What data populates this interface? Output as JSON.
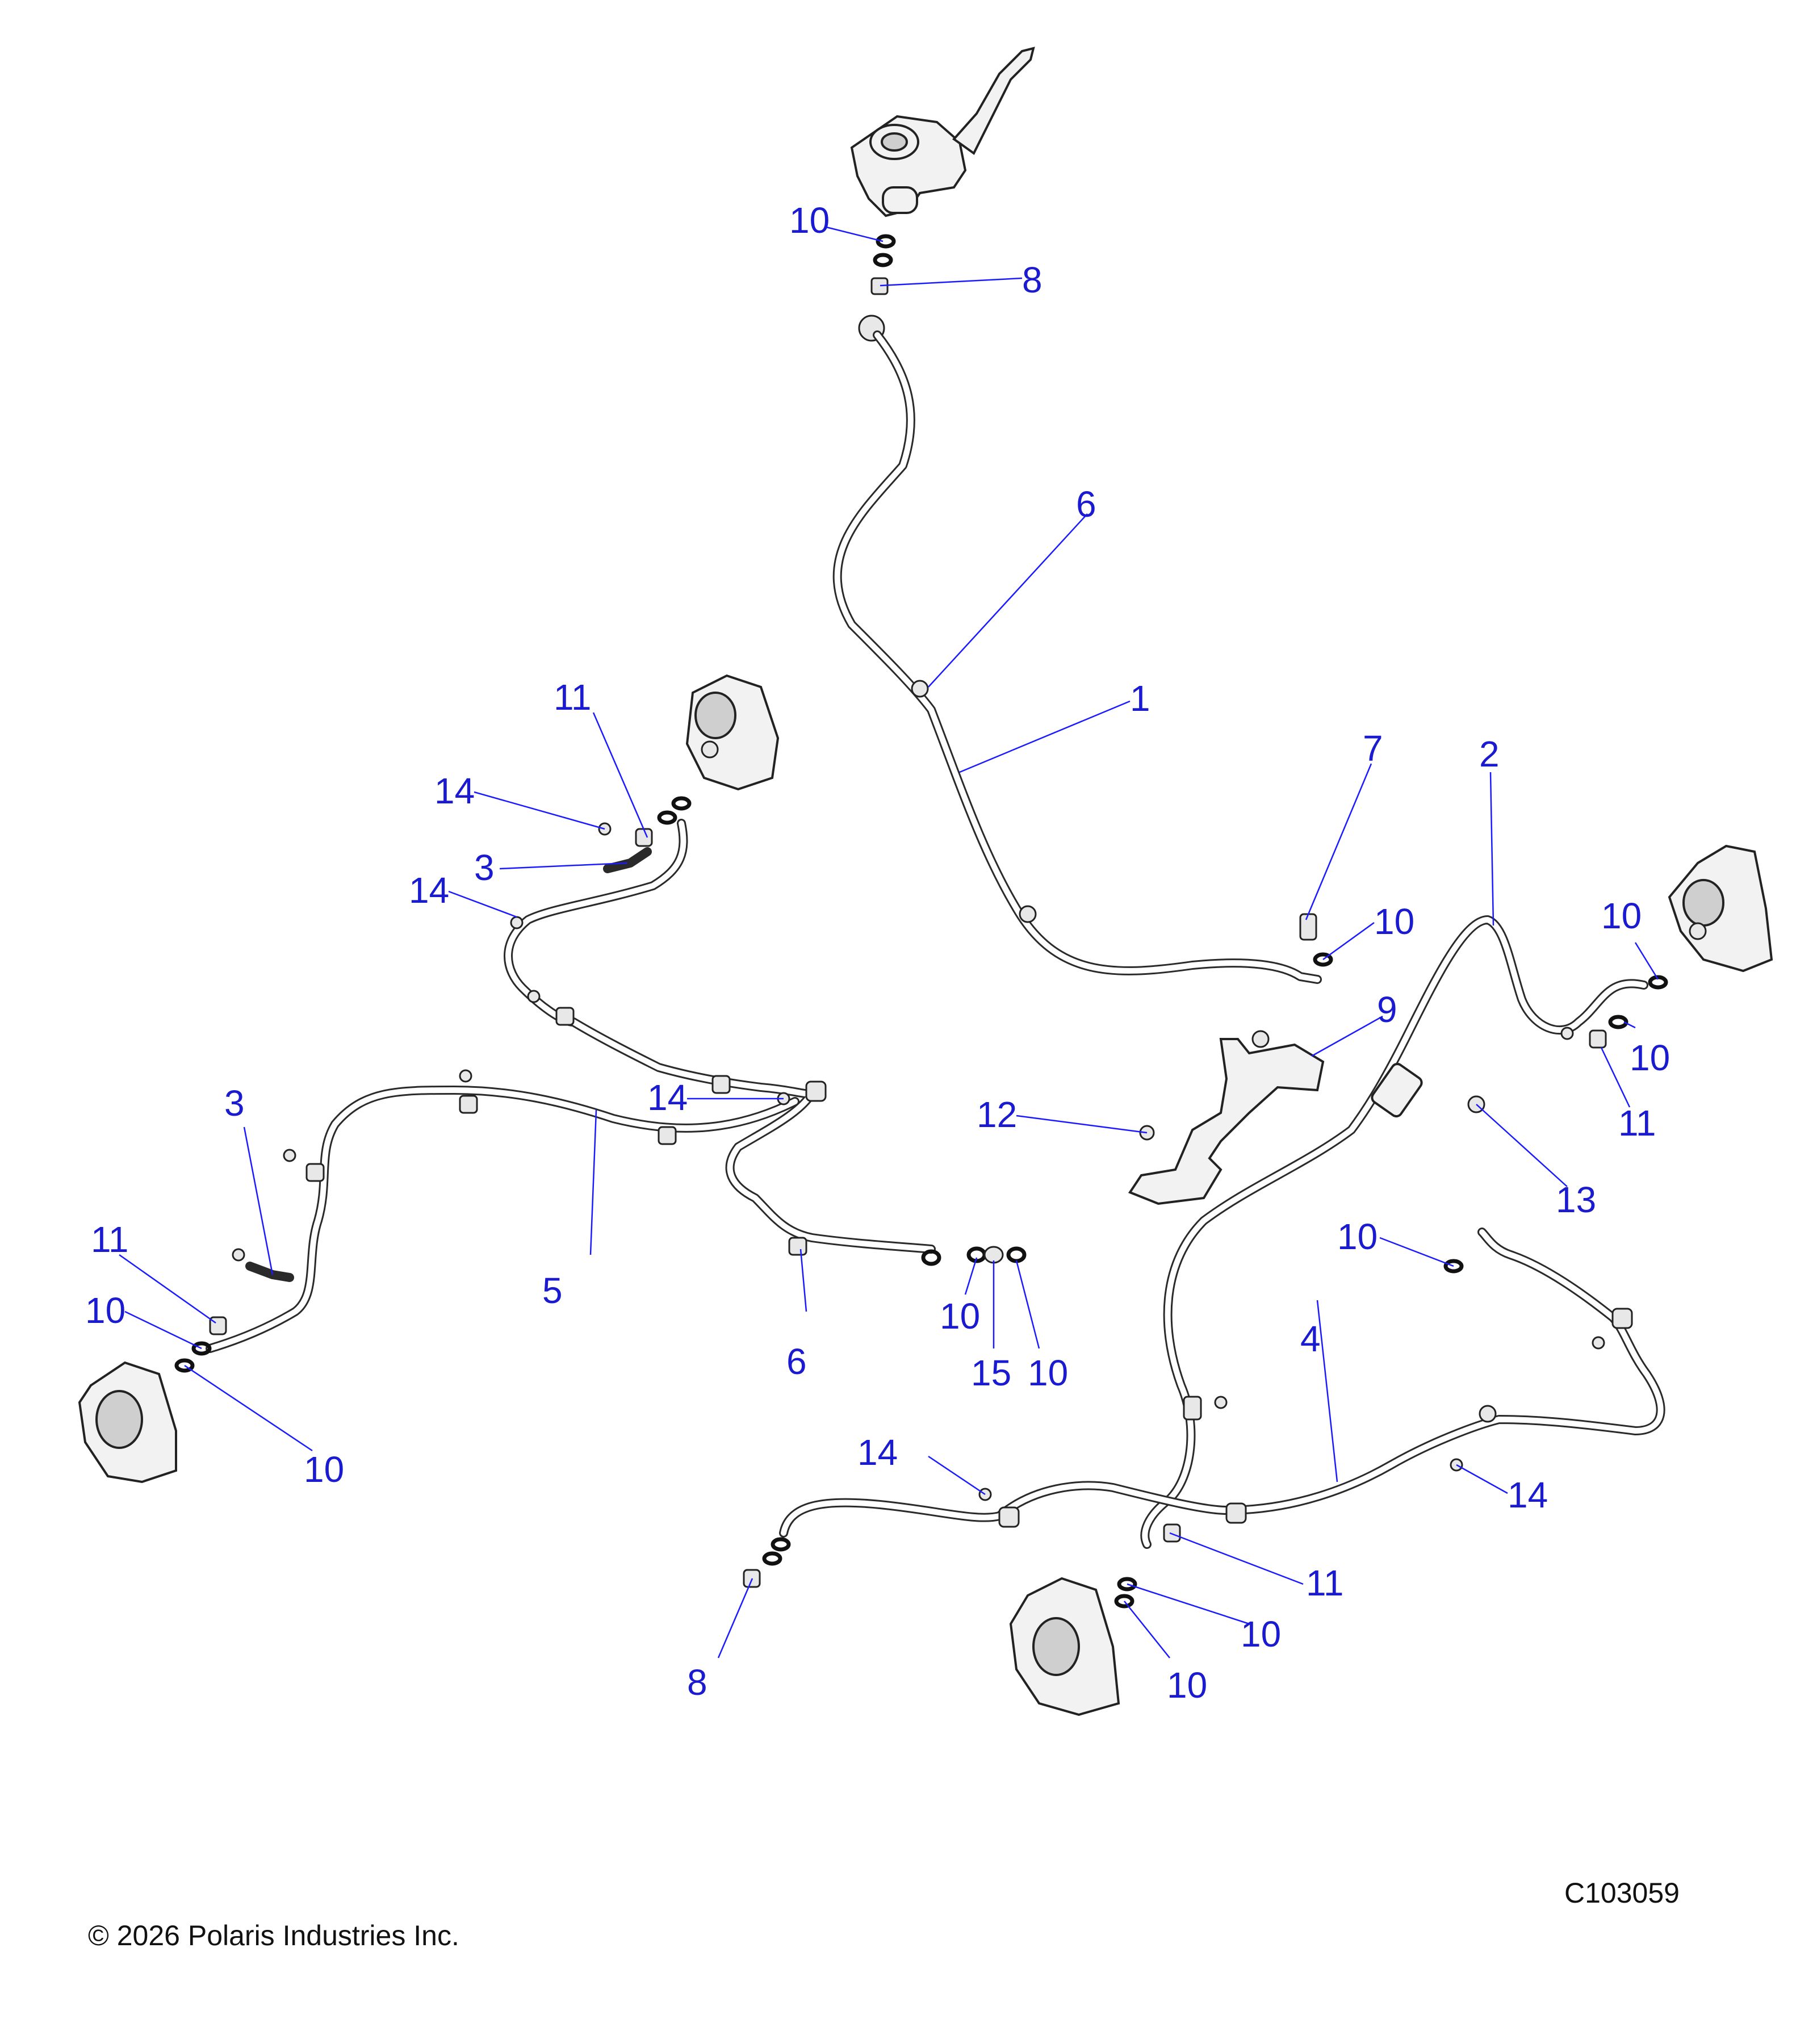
{
  "callouts": [
    {
      "id": "c-10-top",
      "label": "10"
    },
    {
      "id": "c-8-top",
      "label": "8"
    },
    {
      "id": "c-6-top",
      "label": "6"
    },
    {
      "id": "c-1",
      "label": "1"
    },
    {
      "id": "c-7",
      "label": "7"
    },
    {
      "id": "c-10-mid",
      "label": "10"
    },
    {
      "id": "c-2",
      "label": "2"
    },
    {
      "id": "c-10-right-a",
      "label": "10"
    },
    {
      "id": "c-10-right-b",
      "label": "10"
    },
    {
      "id": "c-11-right",
      "label": "11"
    },
    {
      "id": "c-9",
      "label": "9"
    },
    {
      "id": "c-12",
      "label": "12"
    },
    {
      "id": "c-13",
      "label": "13"
    },
    {
      "id": "c-11-left-top",
      "label": "11"
    },
    {
      "id": "c-14-a",
      "label": "14"
    },
    {
      "id": "c-3-a",
      "label": "3"
    },
    {
      "id": "c-14-b",
      "label": "14"
    },
    {
      "id": "c-14-c",
      "label": "14"
    },
    {
      "id": "c-3-b",
      "label": "3"
    },
    {
      "id": "c-5",
      "label": "5"
    },
    {
      "id": "c-11-left",
      "label": "11"
    },
    {
      "id": "c-10-left-a",
      "label": "10"
    },
    {
      "id": "c-10-left-b",
      "label": "10"
    },
    {
      "id": "c-6-bottom",
      "label": "6"
    },
    {
      "id": "c-10-c",
      "label": "10"
    },
    {
      "id": "c-15",
      "label": "15"
    },
    {
      "id": "c-10-d",
      "label": "10"
    },
    {
      "id": "c-10-e",
      "label": "10"
    },
    {
      "id": "c-4",
      "label": "4"
    },
    {
      "id": "c-14-d",
      "label": "14"
    },
    {
      "id": "c-14-e",
      "label": "14"
    },
    {
      "id": "c-11-bottom",
      "label": "11"
    },
    {
      "id": "c-10-f",
      "label": "10"
    },
    {
      "id": "c-10-g",
      "label": "10"
    },
    {
      "id": "c-8-bottom",
      "label": "8"
    }
  ],
  "footer": {
    "copyright": "© 2026 Polaris Industries Inc.",
    "figure_code": "C103059"
  }
}
